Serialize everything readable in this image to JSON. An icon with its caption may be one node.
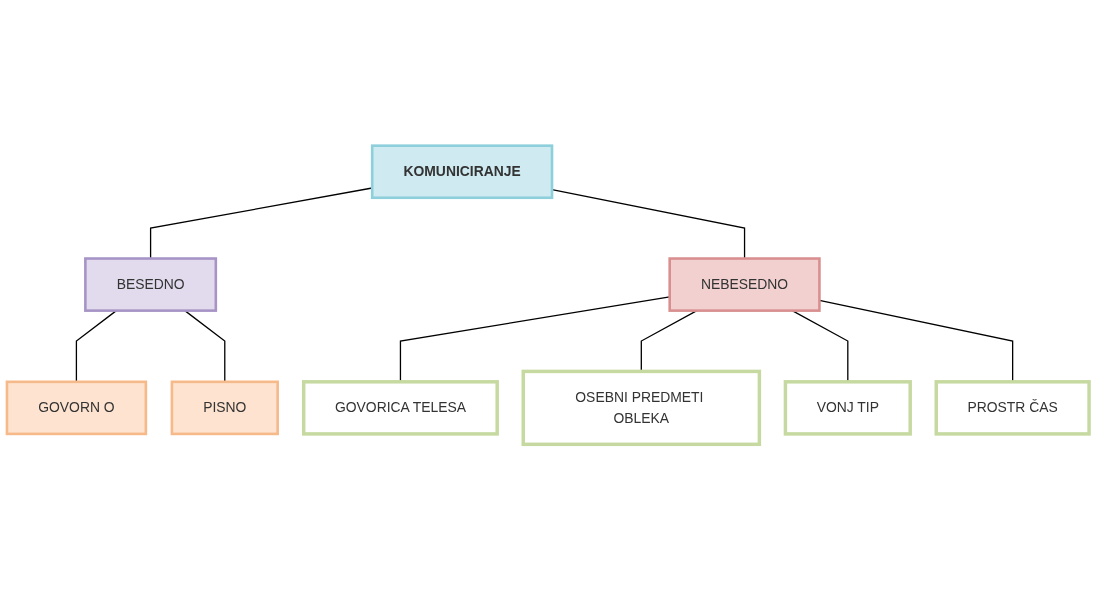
{
  "diagram": {
    "nodes": [
      {
        "text": [
          "KOMUNICIRANJE"
        ]
      },
      {
        "text": [
          "BESEDNO"
        ]
      },
      {
        "text": [
          "NEBESEDNO"
        ]
      },
      {
        "text": [
          "GOVORN O"
        ]
      },
      {
        "text": [
          "PISNO"
        ]
      },
      {
        "text": [
          "GOVORICA TELESA"
        ]
      },
      {
        "text": [
          "OSEBNI PREDMETI OBLEKA"
        ]
      },
      {
        "text": [
          "VONJ TIP"
        ]
      },
      {
        "text": [
          "PROSTR ČAS"
        ]
      }
    ],
    "edges": [
      {
        "from": 0,
        "to": 1,
        "arrow": "none"
      },
      {
        "from": 0,
        "to": 2,
        "arrow": "none"
      },
      {
        "from": 1,
        "to": 3,
        "arrow": "none"
      },
      {
        "from": 1,
        "to": 4,
        "arrow": "none"
      },
      {
        "from": 2,
        "to": 5,
        "arrow": "none"
      },
      {
        "from": 2,
        "to": 6,
        "arrow": "none"
      },
      {
        "from": 2,
        "to": 7,
        "arrow": "none"
      },
      {
        "from": 2,
        "to": 8,
        "arrow": "none"
      }
    ]
  }
}
